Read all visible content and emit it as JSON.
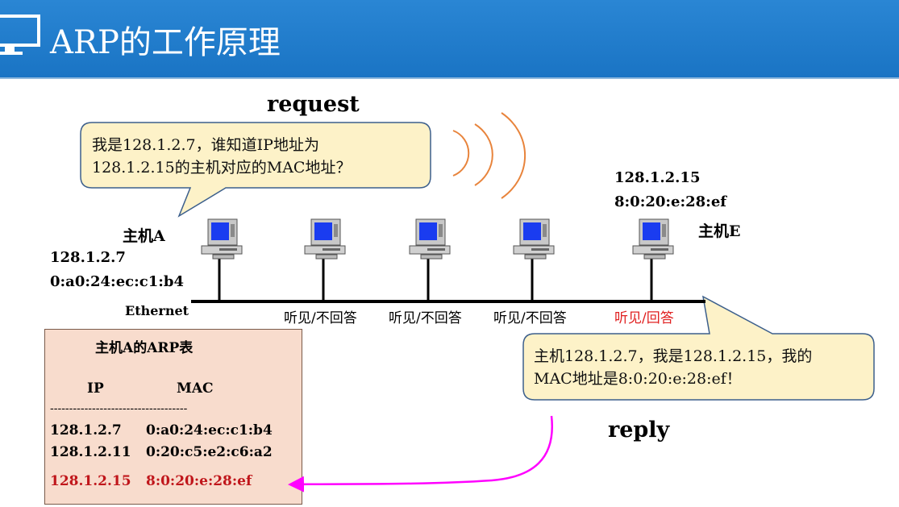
{
  "header": {
    "title": "ARP的工作原理",
    "background": "#1a74c4",
    "icon": "monitor-icon"
  },
  "request_label": "request",
  "reply_label": "reply",
  "request_bubble": {
    "line1": "我是128.1.2.7，谁知道IP地址为",
    "line2": "128.1.2.15的主机对应的MAC地址？"
  },
  "reply_bubble": {
    "line1": "主机128.1.2.7，我是128.1.2.15，我的",
    "line2": "MAC地址是8:0:20:e:28:ef！"
  },
  "host_a": {
    "name": "主机A",
    "ip": "128.1.2.7",
    "mac": "0:a0:24:ec:c1:b4"
  },
  "host_e": {
    "name": "主机E",
    "ip": "128.1.2.15",
    "mac": "8:0:20:e:28:ef"
  },
  "network_label": "Ethernet",
  "listen_labels": [
    "听见/不回答",
    "听见/不回答",
    "听见/不回答",
    "听见/回答"
  ],
  "arp_table": {
    "title": "主机A的ARP表",
    "header_ip": "IP",
    "header_mac": "MAC",
    "separator": "------------------------------------",
    "rows": [
      {
        "ip": "128.1.2.7",
        "mac": "0:a0:24:ec:c1:b4",
        "highlight": false
      },
      {
        "ip": "128.1.2.11",
        "mac": "0:20:c5:e2:c6:a2",
        "highlight": false
      },
      {
        "ip": "128.1.2.15",
        "mac": "8:0:20:e:28:ef",
        "highlight": true
      }
    ]
  },
  "colors": {
    "bubble_fill": "#fdf2c8",
    "bubble_stroke": "#3c5f8c",
    "wave": "#e8843c",
    "arrow": "#ff00ff",
    "highlight_red": "#c0161b",
    "answer_red": "#e02020"
  }
}
